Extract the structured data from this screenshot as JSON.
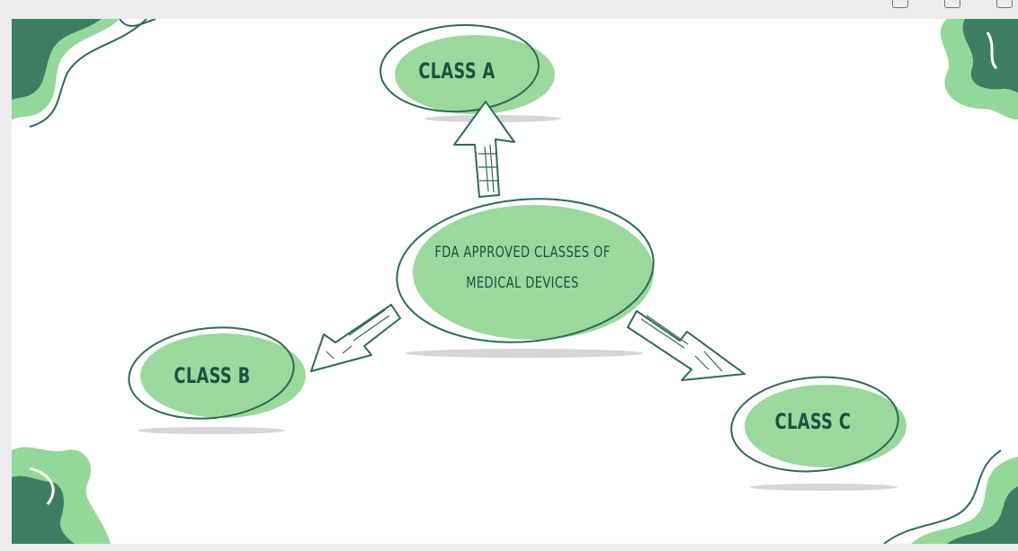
{
  "diagram": {
    "center_node": {
      "line1": "FDA APPROVED CLASSES OF",
      "line2": "MEDICAL DEVICES"
    },
    "nodes": [
      {
        "id": "class-a",
        "label": "CLASS A"
      },
      {
        "id": "class-b",
        "label": "CLASS B"
      },
      {
        "id": "class-c",
        "label": "CLASS C"
      }
    ]
  },
  "colors": {
    "fill": "#9ad89e",
    "stroke": "#2f6b54",
    "text": "#1e5140",
    "shadow": "#d6d6d6",
    "decor_dark": "#3e7f63",
    "decor_light": "#93d79a"
  }
}
